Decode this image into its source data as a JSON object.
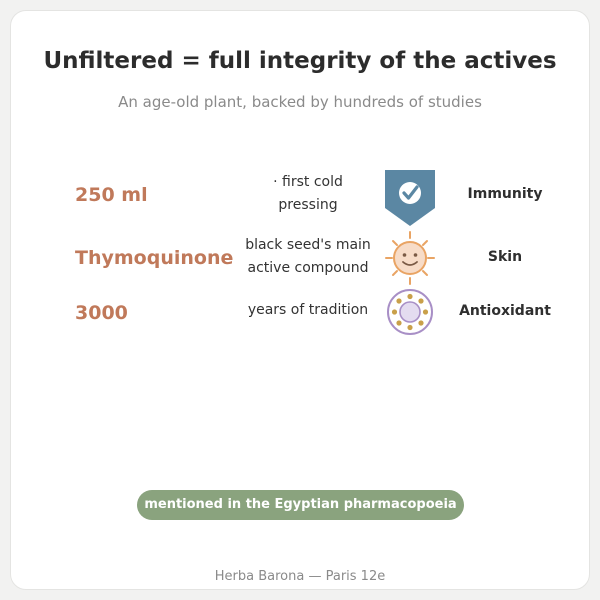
{
  "header": {
    "title": "Unfiltered = full integrity of the actives",
    "subtitle": "An age-old plant, backed by hundreds of studies"
  },
  "rows": [
    {
      "value": "250 ml",
      "description_lines": [
        "· first cold",
        "pressing"
      ],
      "icon": "shield-check-icon",
      "label": "Immunity"
    },
    {
      "value": "Thymoquinone",
      "description_lines": [
        "black seed's main",
        "active compound"
      ],
      "icon": "sun-face-icon",
      "label": "Skin"
    },
    {
      "value": "3000",
      "description_lines": [
        "years of tradition"
      ],
      "icon": "cell-antioxidant-icon",
      "label": "Antioxidant"
    }
  ],
  "badge": "mentioned in the Egyptian pharmacopoeia",
  "footer": "Herba Barona — Paris 12e",
  "colors": {
    "accent": "#c0795a",
    "shield": "#5b87a3",
    "sun": "#e9a464",
    "cell_ring": "#a88fc6",
    "cell_dots": "#c9a04a",
    "badge": "#8aa37e"
  }
}
